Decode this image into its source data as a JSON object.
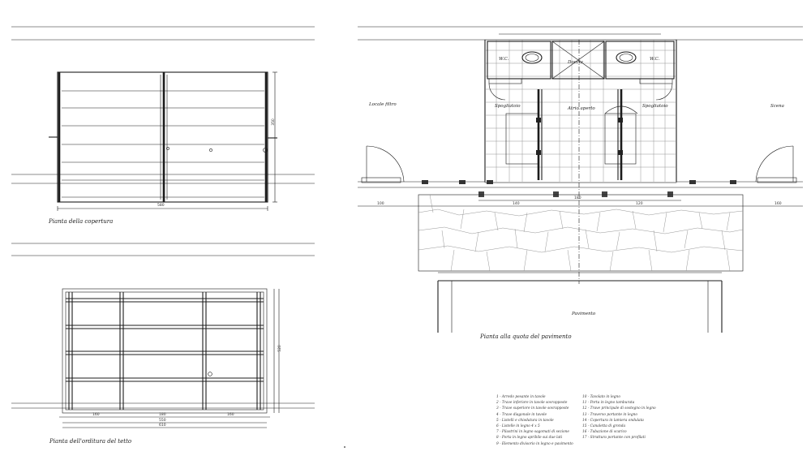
{
  "captions": {
    "roof_plan": "Pianta della copertura",
    "ceiling_frame": "Pianta dell'orditura del tetto",
    "floor_plan": "Pianta alla quota del pavimento"
  },
  "rooms": {
    "left": "Locale filtro",
    "right": "Scena",
    "center": "Atrio aperto",
    "dressing_left": "Spogliatoio",
    "dressing_right": "Spogliatoio",
    "shower": "Doccia",
    "wc_left": "W.C.",
    "wc_right": "W.C.",
    "below": "Pavimento"
  },
  "dimensions": {
    "roof_width": "580",
    "roof_height": "350",
    "frame_bottom_1": "160",
    "frame_bottom_2": "180",
    "frame_bottom_3": "160",
    "frame_total_1": "550",
    "frame_total_2": "610",
    "frame_side": "520",
    "plan_a": "100",
    "plan_b": "140",
    "plan_c": "180",
    "plan_d": "120",
    "plan_e": "160"
  },
  "legend_left": [
    "1 - Arredo pesante in tavole",
    "2 - Trave inferiore in tavole sovrapposte",
    "3 - Trave superiore in tavole sovrapposte",
    "4 - Trave diagonale in tavole",
    "5 - Listelli e chiodatura in tavole",
    "6 - Listelle in legno 4 x 5",
    "7 - Pilastrini in legno sagomati di sezione",
    "8 - Porta in legno apribile sui due lati",
    "9 - Elemento divisorio in legno e pavimento"
  ],
  "legend_right": [
    "10 - Tavolato in legno",
    "11 - Porta in legno tamburata",
    "12 - Trave principale di sostegno in legno",
    "13 - Traverso portante in legno",
    "14 - Copertura in lamiera ondulata",
    "15 - Canaletta di gronda",
    "16 - Tubazione di scarico",
    "17 - Struttura portante con profilati"
  ]
}
